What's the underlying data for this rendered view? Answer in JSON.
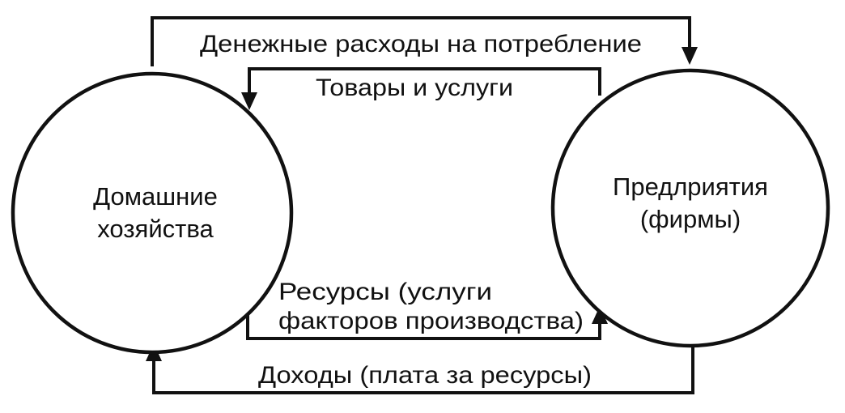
{
  "nodes": {
    "households": {
      "line1": "Домашние",
      "line2": "хозяйства"
    },
    "firms": {
      "line1": "Предлриятия",
      "line2": "(фирмы)"
    }
  },
  "flows": {
    "spending": "Денежные расходы на потребление",
    "goods": "Товары и услуги",
    "resources": {
      "line1": "Ресурсы (услуги",
      "line2": "факторов производства)"
    },
    "income": "Доходы (плата за ресурсы)"
  },
  "colors": {
    "ink": "#111111",
    "background": "#ffffff"
  }
}
